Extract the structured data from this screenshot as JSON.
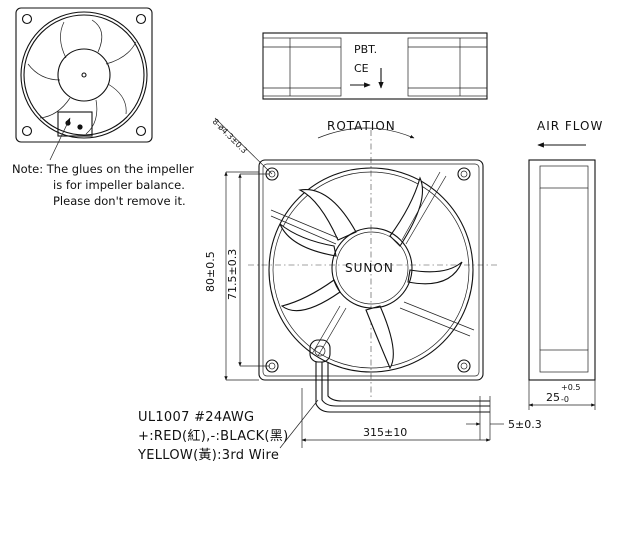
{
  "note": {
    "line1": "Note: The glues on the impeller",
    "line2": "is for impeller balance.",
    "line3": "Please don't remove it."
  },
  "side_label": {
    "material": "PBT.",
    "ce_mark": "CE"
  },
  "rotation_label": "ROTATION",
  "air_flow_label": "AIR FLOW",
  "brand": "SUNON",
  "dimensions": {
    "holes": "8-ø4.3±0.3",
    "height_outer": "80±0.5",
    "height_inner": "71.5±0.3",
    "depth_main": "25",
    "depth_tol_upper": "+0.5",
    "depth_tol_lower": "-0",
    "strip": "5±0.3",
    "lead_length": "315±10"
  },
  "wire_spec": {
    "line1": "UL1007 #24AWG",
    "line2": "+:RED(紅),-:BLACK(黑)",
    "line3": "YELLOW(黃):3rd Wire"
  }
}
